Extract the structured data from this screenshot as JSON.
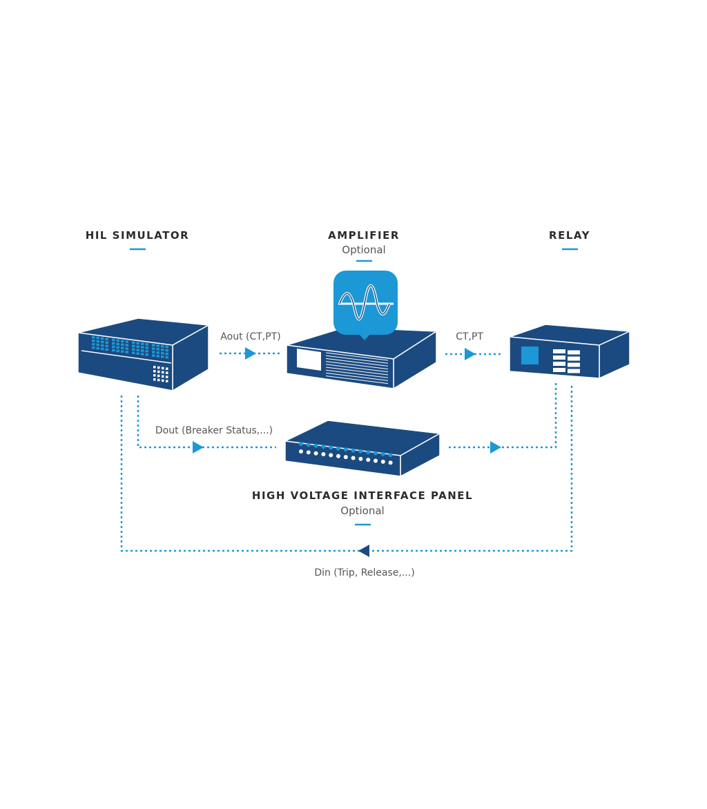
{
  "nodes": {
    "hil": {
      "title": "HIL SIMULATOR"
    },
    "amplifier": {
      "title": "AMPLIFIER",
      "subtitle": "Optional"
    },
    "relay": {
      "title": "RELAY"
    },
    "hvip": {
      "title": "HIGH VOLTAGE INTERFACE PANEL",
      "subtitle": "Optional"
    }
  },
  "edges": {
    "aout": "Aout (CT,PT)",
    "ctpt": "CT,PT",
    "dout": "Dout (Breaker Status,...)",
    "din": "Din (Trip, Release,...)"
  },
  "colors": {
    "navy": "#1b4a80",
    "accent": "#1b98d5"
  }
}
